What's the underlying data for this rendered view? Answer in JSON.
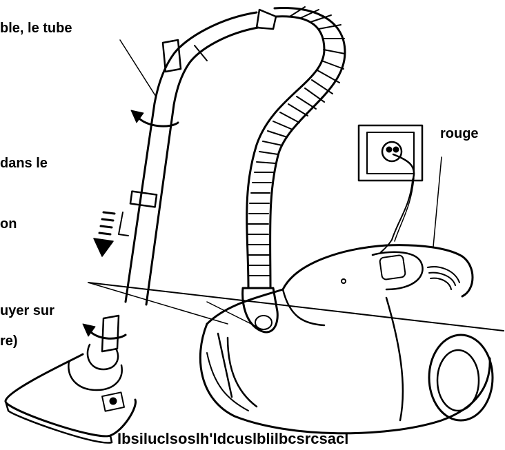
{
  "labels": {
    "top_left": "ble, le tube",
    "dans_le": "dans le",
    "on": "on",
    "uyer_sur": "uyer sur",
    "re": "re)",
    "rouge": "rouge",
    "bottom_cut": "Ibsiluclsoslh'Idcuslblilbcsrcsacl"
  },
  "icons": [
    "vacuum-cleaner-illustration",
    "wall-socket-icon",
    "rotation-arrow-icon",
    "downward-arrow-icon",
    "floor-nozzle-icon"
  ],
  "colors": {
    "ink": "#000000",
    "background": "#ffffff"
  }
}
